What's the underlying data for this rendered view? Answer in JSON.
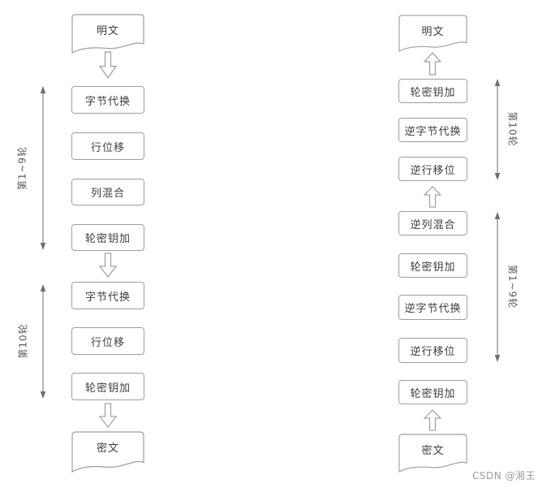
{
  "colors": {
    "box_border": "#9e9e9e",
    "box_text": "#3d3d3d",
    "measure_arrow": "#6f6f6f",
    "watermark": "#9c9c9c"
  },
  "watermark": "CSDN @湘王",
  "encryption": {
    "plaintext": "明文",
    "ciphertext": "密文",
    "round_1_9_label": "第1~9轮",
    "round_10_label": "第10轮",
    "main_rounds": [
      "字节代换",
      "行位移",
      "列混合",
      "轮密钥加"
    ],
    "final_round": [
      "字节代换",
      "行位移",
      "轮密钥加"
    ]
  },
  "decryption": {
    "plaintext": "明文",
    "ciphertext": "密文",
    "round_10_label": "第10轮",
    "round_1_9_label": "第1~9轮",
    "round10_steps": [
      "轮密钥加",
      "逆字节代换",
      "逆行移位"
    ],
    "main_rounds": [
      "逆列混合",
      "轮密钥加",
      "逆字节代换",
      "逆行移位"
    ],
    "initial_step": "轮密钥加"
  }
}
